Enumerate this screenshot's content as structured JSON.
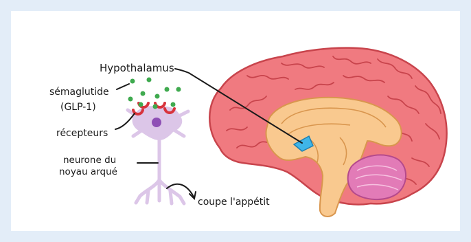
{
  "labels": {
    "hypothalamus": "Hypothalamus",
    "semaglutide_line1": "sémaglutide",
    "semaglutide_line2": "(GLP-1)",
    "receptors": "récepteurs",
    "neuron_line1": "neurone du",
    "neuron_line2": "noyau arqué",
    "appetite": "coupe l'appétit"
  },
  "colors": {
    "background": "#e3edf8",
    "panel": "#ffffff",
    "cortex": "#f07a80",
    "cortex_outline": "#c8444c",
    "inner_brain": "#f9c98f",
    "cerebellum": "#e27bb7",
    "hypothalamus": "#3fb5e8",
    "neuron": "#dcc6e8",
    "nucleus": "#8e4fb5",
    "glp1_dots": "#3faa4f",
    "receptors": "#d8333c"
  }
}
